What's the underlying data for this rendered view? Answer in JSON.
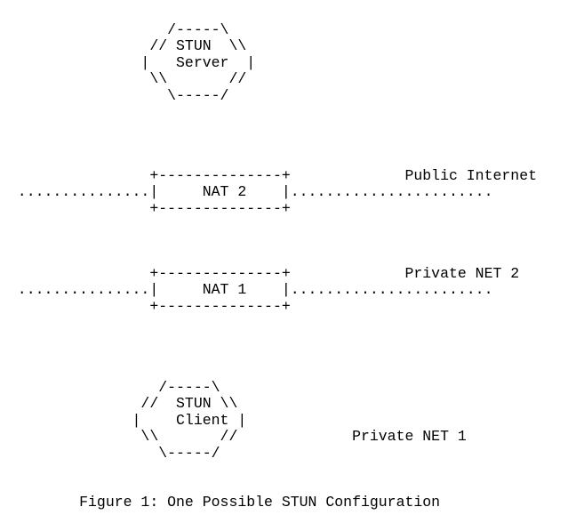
{
  "diagram": {
    "stun_server": {
      "lines": [
        "                   /-----\\",
        "                 // STUN  \\\\",
        "                |   Server  |",
        "                 \\\\       //",
        "                   \\-----/"
      ]
    },
    "nat_2": {
      "lines": [
        "                 +--------------+             Public Internet",
        "  ...............|     NAT 2    |.......................",
        "                 +--------------+"
      ]
    },
    "nat_1": {
      "lines": [
        "                 +--------------+             Private NET 2",
        "  ...............|     NAT 1    |.......................",
        "                 +--------------+"
      ]
    },
    "stun_client": {
      "lines": [
        "                  /-----\\",
        "                //  STUN \\\\",
        "               |    Client |",
        "                \\\\       //             Private NET 1",
        "                  \\-----/"
      ]
    },
    "caption": "         Figure 1: One Possible STUN Configuration"
  }
}
